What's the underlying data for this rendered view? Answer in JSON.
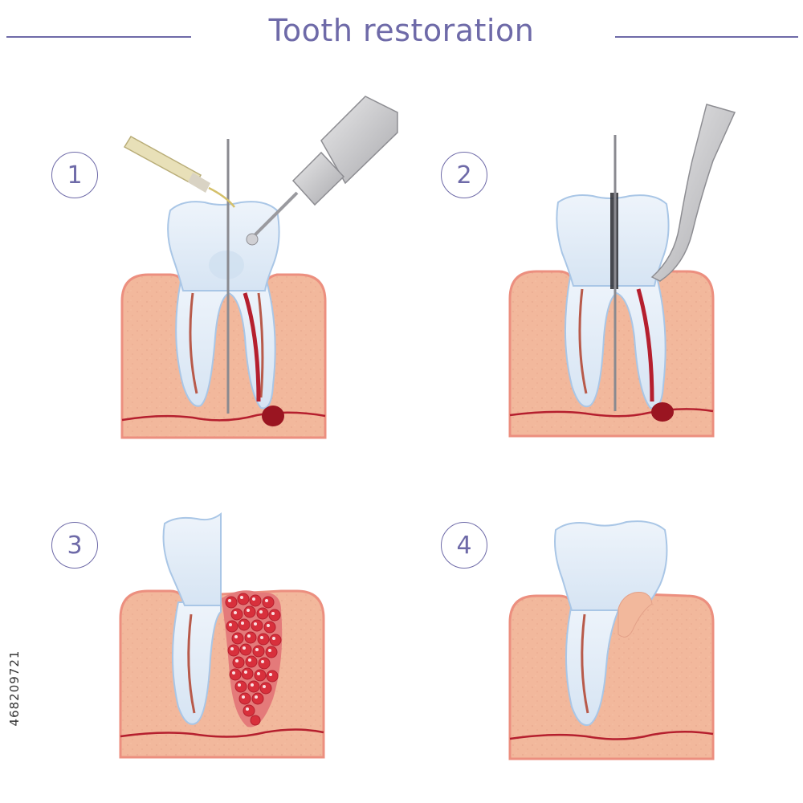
{
  "title": "Tooth restoration",
  "steps": [
    {
      "number": "1"
    },
    {
      "number": "2"
    },
    {
      "number": "3"
    },
    {
      "number": "4"
    }
  ],
  "stock_id": "468209721",
  "colors": {
    "accent": "#6e6aa8",
    "gum": "#f2b89c",
    "gum_edge": "#ec8f7f",
    "tooth": "#dfeaf5",
    "tooth_edge": "#a9c6e6",
    "blood": "#b51f2e",
    "instrument": "#c9c9cb"
  }
}
